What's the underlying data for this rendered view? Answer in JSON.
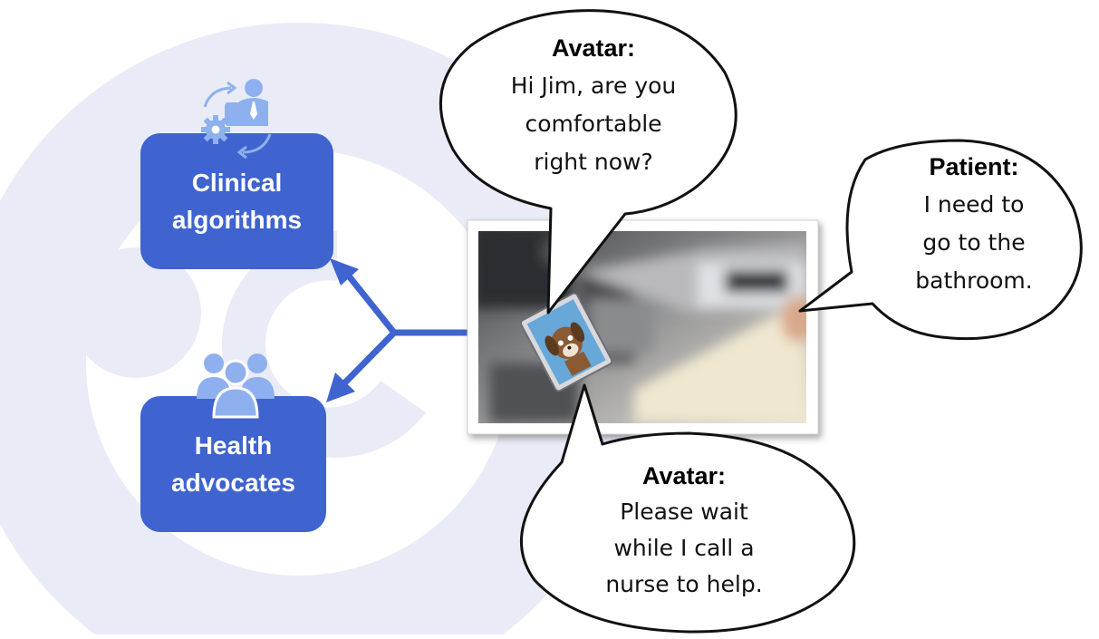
{
  "colors": {
    "box_fill": "#3f63cf",
    "icon_fill": "#8fb0ee",
    "watermark": "#e9ecf6",
    "arrow": "#3f63cf"
  },
  "boxes": {
    "clinical": {
      "lines": [
        "Clinical",
        "algorithms"
      ],
      "icon": "gear-person-cycle-icon"
    },
    "advocates": {
      "lines": [
        "Health",
        "advocates"
      ],
      "icon": "people-group-icon"
    }
  },
  "bubbles": {
    "avatar_top": {
      "speaker": "Avatar:",
      "lines": [
        "Hi Jim, are you",
        "comfortable",
        "right now?"
      ]
    },
    "patient": {
      "speaker": "Patient:",
      "lines": [
        "I need to",
        "go to the",
        "bathroom."
      ]
    },
    "avatar_bottom": {
      "speaker": "Avatar:",
      "lines": [
        "Please wait",
        "while I call a",
        "nurse to help."
      ]
    }
  },
  "photo": {
    "icon": "dog-avatar-icon"
  }
}
